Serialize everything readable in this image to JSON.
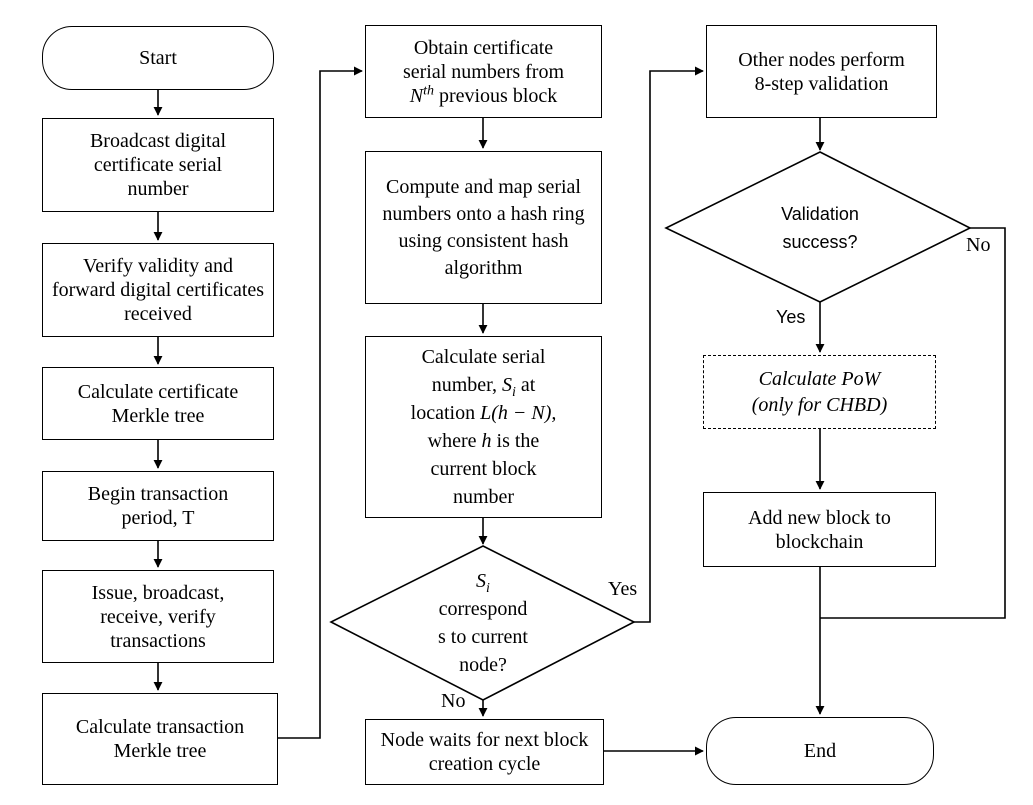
{
  "flowchart": {
    "left": {
      "start": "Start",
      "broadcast": "Broadcast digital certificate serial number",
      "verify": "Verify validity and forward digital certificates received",
      "cert_merkle": "Calculate certificate Merkle tree",
      "begin_period": "Begin transaction period, T",
      "issue": "Issue, broadcast, receive, verify transactions",
      "tx_merkle": "Calculate transaction Merkle tree"
    },
    "middle": {
      "obtain_line1": "Obtain certificate",
      "obtain_line2": "serial numbers from",
      "obtain_n": "N",
      "obtain_th": "th",
      "obtain_line3_rest": " previous block",
      "compute": "Compute and map serial numbers onto a hash ring using consistent hash algorithm",
      "calc_line1": "Calculate serial",
      "calc_line2_pre": "number, ",
      "calc_s": "S",
      "calc_i": "i",
      "calc_line2_post": " at",
      "calc_line3_pre": "location ",
      "calc_loc": "L(h − N),",
      "calc_line4_pre": "where ",
      "calc_h": "h",
      "calc_line4_post": " is the",
      "calc_line5": "current block",
      "calc_line6": "number",
      "decision_s": "S",
      "decision_i": "i",
      "decision_line2": "correspond",
      "decision_line3": "s to current",
      "decision_line4": "node?",
      "wait": "Node waits for next block creation cycle"
    },
    "right": {
      "validate": "Other nodes perform 8-step validation",
      "decision_line1": "Validation",
      "decision_line2": "success?",
      "pow_line1": "Calculate PoW",
      "pow_line2": "(only for CHBD)",
      "add_block": "Add new block to blockchain",
      "end": "End"
    },
    "edge_labels": {
      "yes_mid": "Yes",
      "no_mid": "No",
      "yes_right": "Yes",
      "no_right": "No"
    }
  }
}
